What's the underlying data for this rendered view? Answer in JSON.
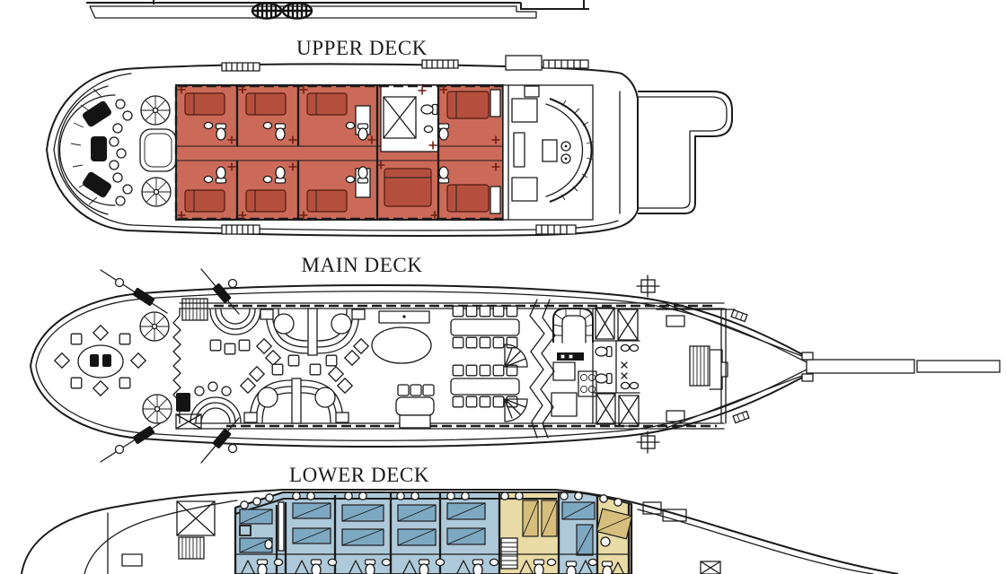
{
  "colors": {
    "paper": "#ffffff",
    "line": "#1b1b1b",
    "ink": "#141414",
    "cabin_red": "#cc6a59",
    "cabin_red_dark": "#b44f3e",
    "plus_mark": "#6e1d10",
    "cabin_blue": "#aec9d9",
    "cabin_blue_dark": "#7da8c1",
    "cabin_tan": "#e9dba5",
    "cabin_tan_dark": "#d6bf7c"
  },
  "decks": {
    "upper": {
      "label": "UPPER DECK"
    },
    "main": {
      "label": "MAIN DECK"
    },
    "lower": {
      "label": "LOWER DECK"
    }
  }
}
